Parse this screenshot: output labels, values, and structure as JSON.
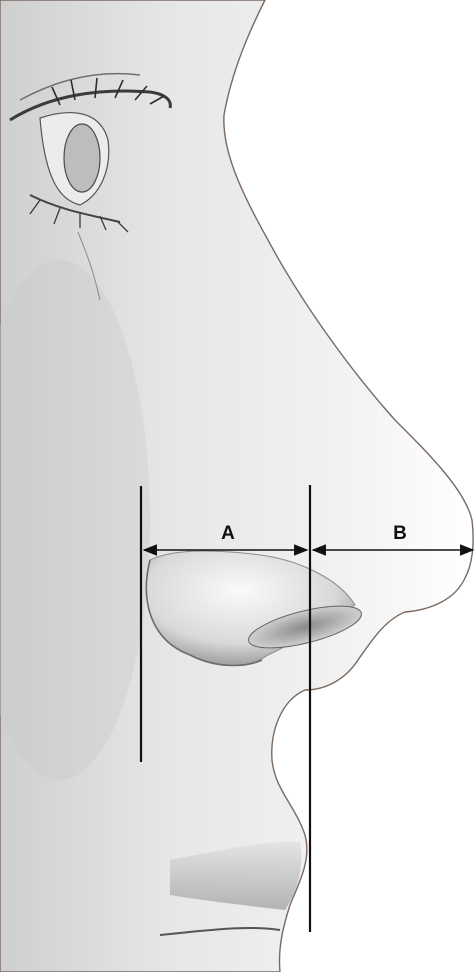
{
  "labels": {
    "a": "A",
    "b": "B"
  },
  "colors": {
    "background": "#ffffff",
    "skin_light": "#f4f4f4",
    "skin_mid": "#d8d8d8",
    "skin_shadow": "#9a9a9a",
    "outline": "#7a6a60",
    "measure_line": "#111111"
  },
  "icons": {
    "arrowheads": "double-headed-arrow"
  }
}
